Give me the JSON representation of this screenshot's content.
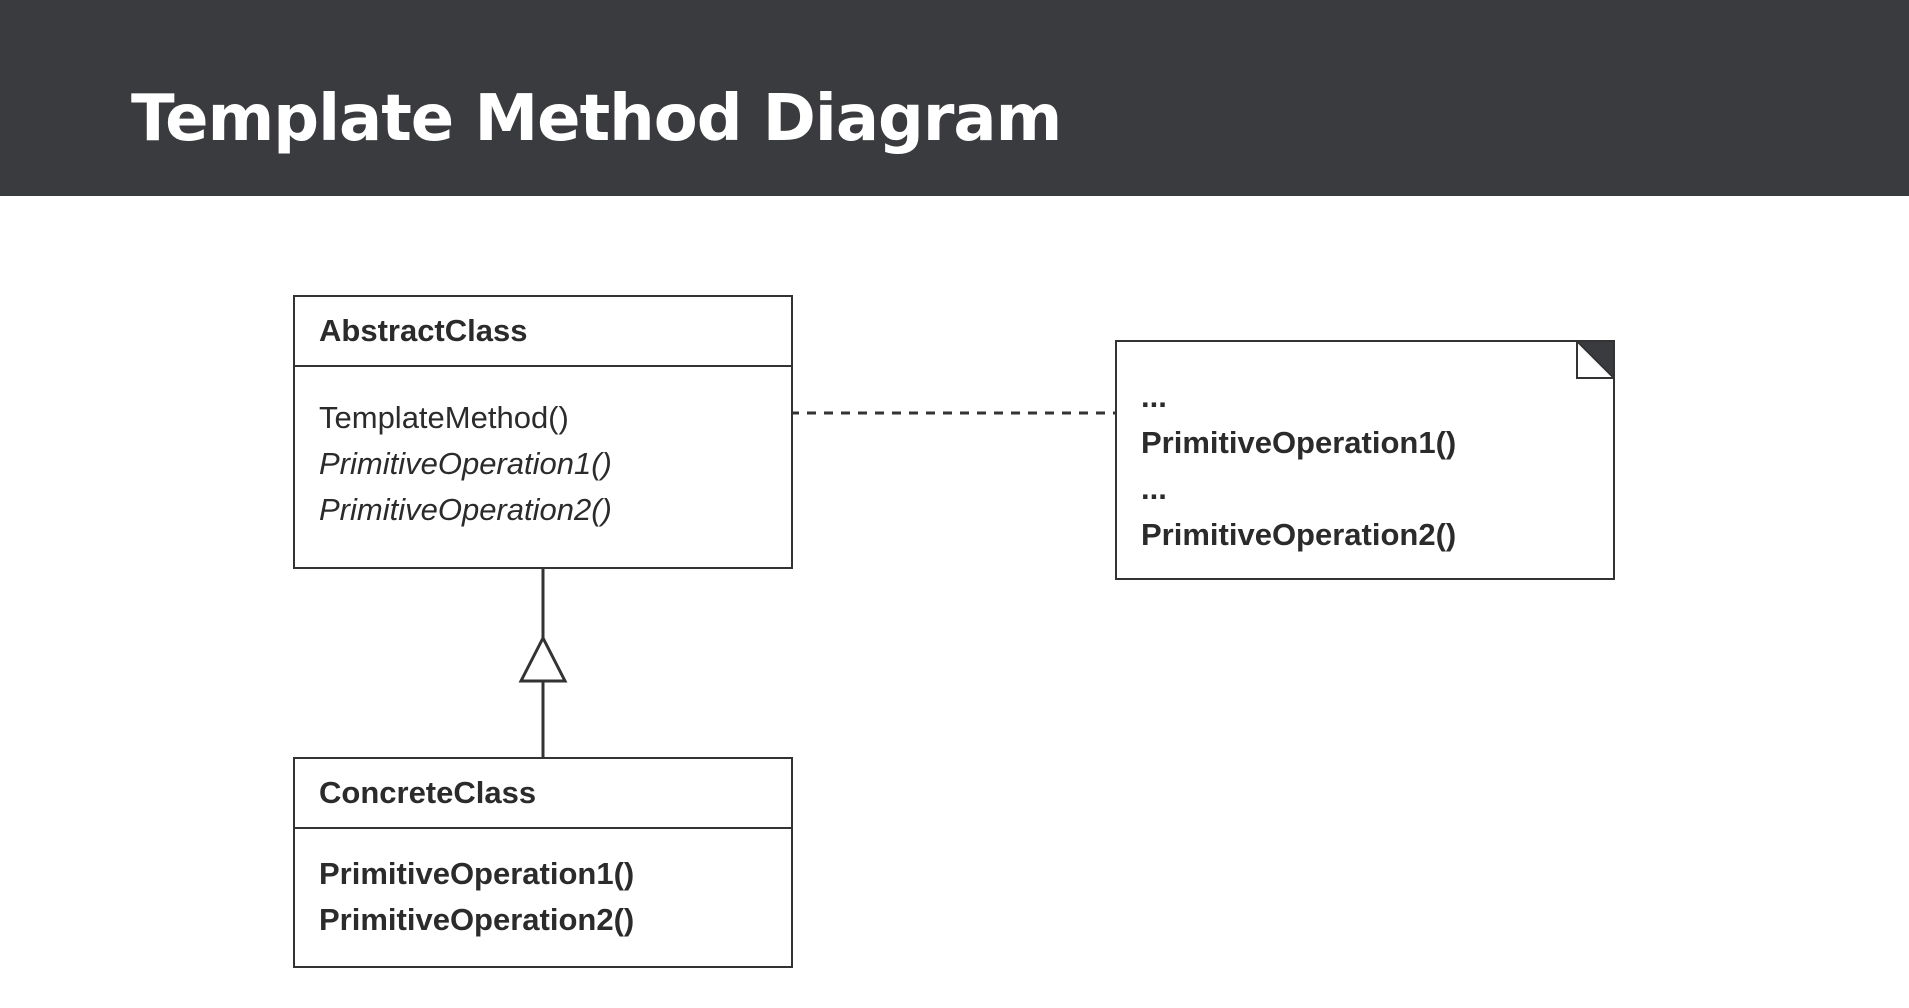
{
  "header": {
    "title": "Template Method Diagram"
  },
  "abstract_class": {
    "name": "AbstractClass",
    "operations": [
      {
        "label": "TemplateMethod()",
        "style": "normal"
      },
      {
        "label": "PrimitiveOperation1()",
        "style": "italic"
      },
      {
        "label": "PrimitiveOperation2()",
        "style": "italic"
      }
    ]
  },
  "concrete_class": {
    "name": "ConcreteClass",
    "operations": [
      {
        "label": "PrimitiveOperation1()",
        "style": "bold"
      },
      {
        "label": "PrimitiveOperation2()",
        "style": "bold"
      }
    ]
  },
  "note": {
    "lines": [
      "...",
      "PrimitiveOperation1()",
      "...",
      "PrimitiveOperation2()"
    ]
  },
  "colors": {
    "header_background": "#3a3b3e",
    "header_text": "#ffffff",
    "stroke": "#333333",
    "text": "#2b2b2b"
  }
}
